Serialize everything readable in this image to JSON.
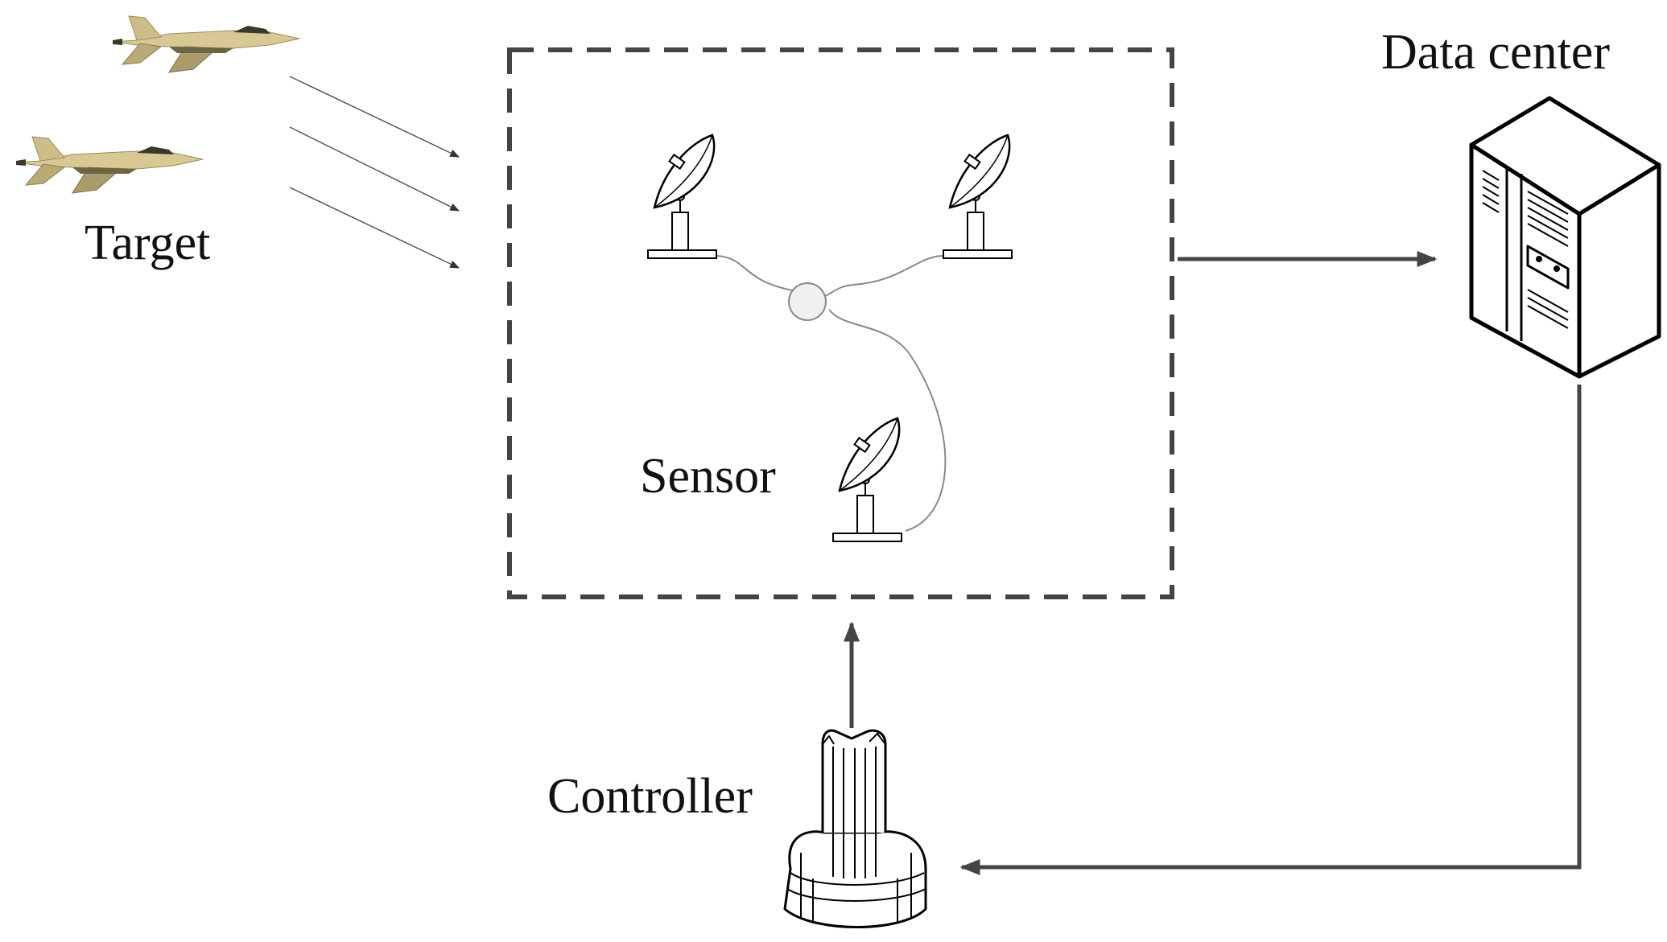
{
  "labels": {
    "target": "Target",
    "data_center": "Data center",
    "sensor": "Sensor",
    "controller": "Controller"
  },
  "colors": {
    "line": "#444444",
    "thin_line": "#555555",
    "jet_body": "#d8c894",
    "jet_shadow": "#9a8c5e",
    "jet_dark": "#3a3a2a"
  },
  "icons": [
    "jet-icon",
    "radar-dish-icon",
    "server-icon",
    "controller-icon",
    "hub-node-icon"
  ]
}
